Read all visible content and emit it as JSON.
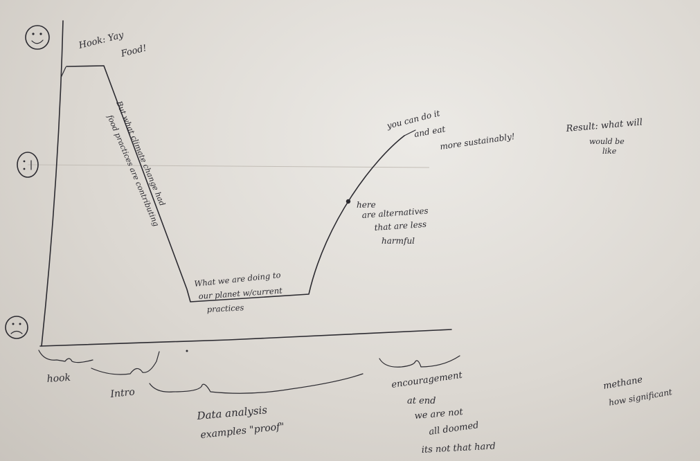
{
  "faces": {
    "top": "☺",
    "mid": ":|",
    "bottom": "☹"
  },
  "curve_labels": {
    "hook_line1": "Hook: Yay",
    "hook_line2": "Food!",
    "slope_line1": "But what climate change had",
    "slope_line2": "food practices are contributing",
    "bottom_line1": "What we are doing to",
    "bottom_line2": "our planet w/current",
    "bottom_line3": "practices",
    "rise_line1": "here",
    "rise_line2": "are alternatives",
    "rise_line3": "that are less",
    "rise_line4": "harmful",
    "top_line1": "you can do it",
    "top_line2": "and eat",
    "top_line3": "more sustainably!",
    "result_line1": "Result: what will",
    "result_line2": "would be",
    "result_line3": "like"
  },
  "section_labels": {
    "hook": "hook",
    "intro": "Intro",
    "data_line1": "Data analysis",
    "data_line2": "examples \"proof\"",
    "enc_line1": "encouragement",
    "enc_line2": "at end",
    "enc_line3": "we are not",
    "enc_line4": "all doomed",
    "enc_line5": "its not that hard",
    "methane_line1": "methane",
    "methane_line2": "how significant"
  },
  "colors": {
    "ink": "#2b2a30",
    "paper": "#e3e0db"
  }
}
